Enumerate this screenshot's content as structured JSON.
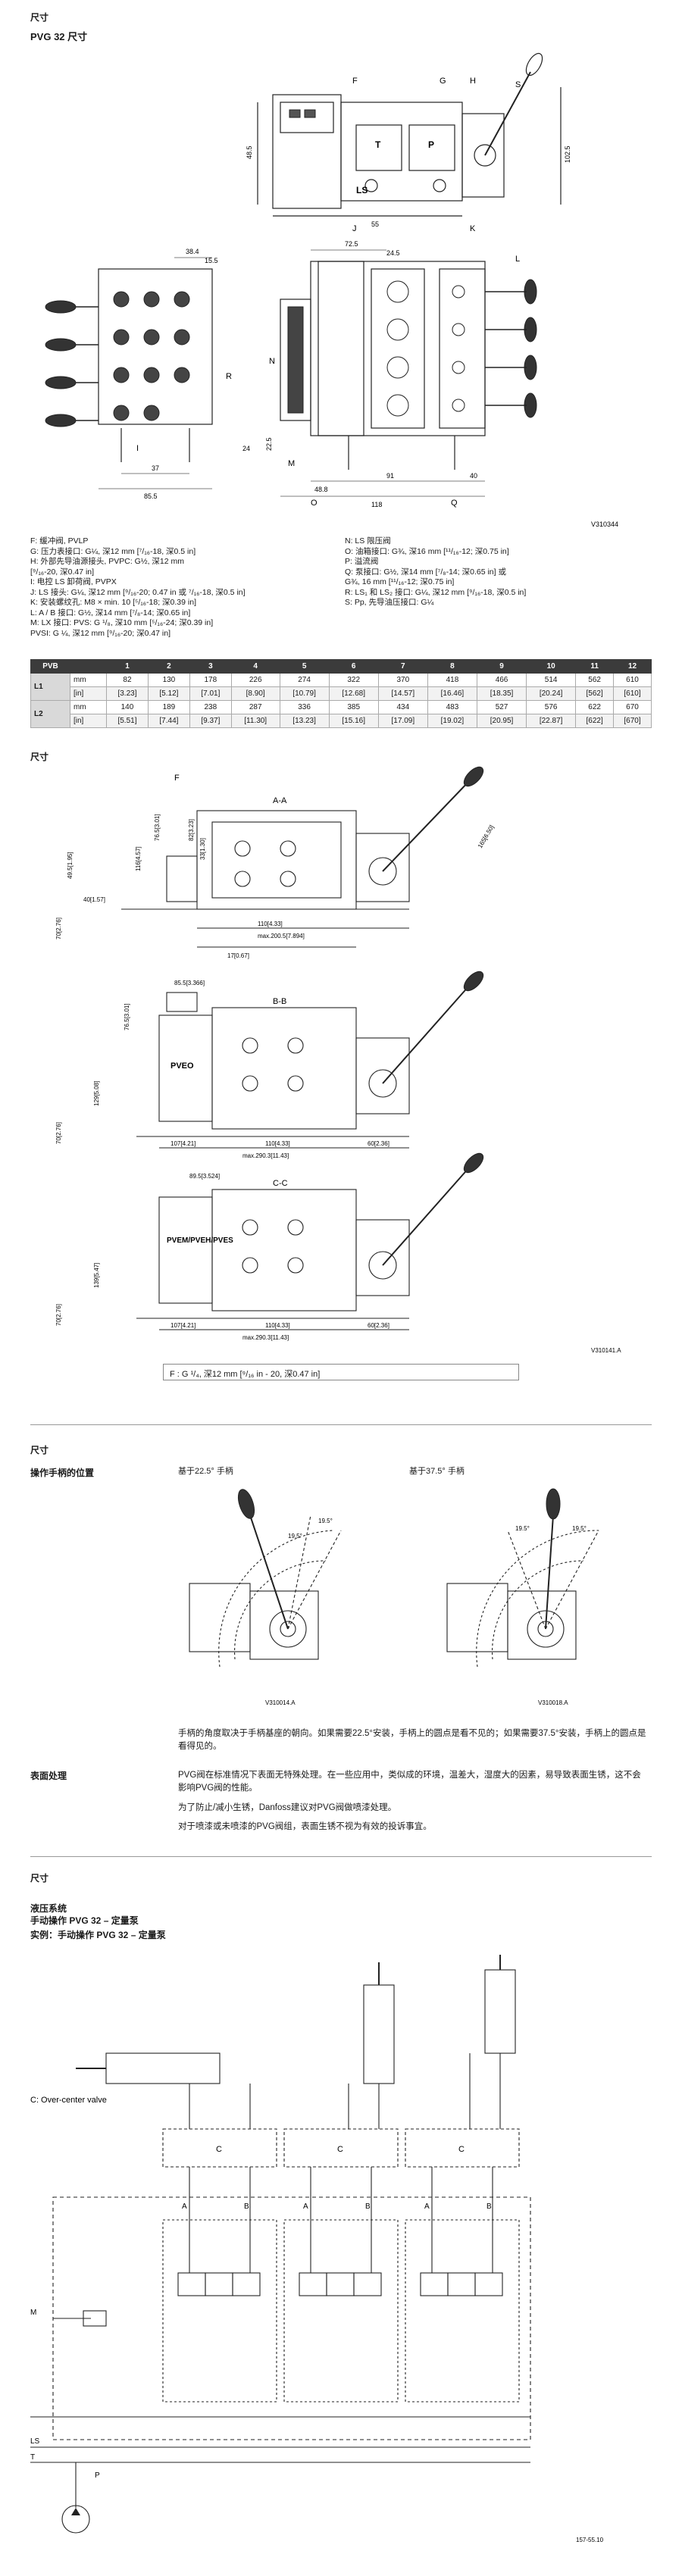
{
  "page1": {
    "section_label": "尺寸",
    "title": "PVG 32 尺寸",
    "fig1": {
      "code": "V310344",
      "labels": [
        "F",
        "G",
        "H",
        "S",
        "T",
        "P",
        "LS",
        "J",
        "K",
        "I",
        "L",
        "M",
        "N",
        "O",
        "Q",
        "R"
      ],
      "dims": [
        "38.4",
        "15.5",
        "72.5",
        "55",
        "24.5",
        "48.5",
        "102.5",
        "37",
        "85.5",
        "24",
        "22.5",
        "48.8",
        "91",
        "118",
        "40"
      ]
    },
    "legend_left": [
      "F:  缓冲阀, PVLP",
      "G:  压力表接口: G¼, 深12 mm [⁷/₁₆-18, 深0.5 in]",
      "H:  外部先导油源接头, PVPC: G½, 深12 mm",
      "      [⁹/₁₆-20, 深0.47 in]",
      "I:    电控 LS 卸荷阀, PVPX",
      "J:   LS 接头: G¼, 深12 mm [⁹/₁₆-20; 0.47 in 或 ⁷/₁₆-18, 深0.5 in]",
      "K:   安装螺纹孔: M8 × min. 10 [⁵/₁₆-18; 深0.39 in]",
      "L:   A / B 接口: G½, 深14 mm [⁷/₈-14; 深0.65 in]",
      "M:  LX 接口: PVS: G ¹/₈, 深10 mm [⁵/₁₆-24; 深0.39 in]",
      "                      PVSI: G ¼, 深12 mm [⁹/₁₆-20; 深0.47 in]"
    ],
    "legend_right": [
      "N:  LS 限压阀",
      "O:  油箱接口: G¾, 深16 mm [¹¹/₁₆-12; 深0.75 in]",
      "P:  溢流阀",
      "Q:  泵接口: G½, 深14 mm [⁷/₈-14; 深0.65 in] 或",
      "       G¾, 16 mm [¹¹/₁₆-12; 深0.75 in]",
      "R:  LS₁ 和 LS₂ 接口: G¼, 深12 mm [⁹/₁₆-18, 深0.5 in]",
      "S:  Pp, 先导油压接口: G¼"
    ],
    "table": {
      "header": [
        "PVB",
        "",
        "1",
        "2",
        "3",
        "4",
        "5",
        "6",
        "7",
        "8",
        "9",
        "10",
        "11",
        "12"
      ],
      "rows": [
        {
          "label": "L1",
          "unit": "mm",
          "values": [
            "82",
            "130",
            "178",
            "226",
            "274",
            "322",
            "370",
            "418",
            "466",
            "514",
            "562",
            "610"
          ]
        },
        {
          "label": "",
          "unit": "[in]",
          "values": [
            "[3.23]",
            "[5.12]",
            "[7.01]",
            "[8.90]",
            "[10.79]",
            "[12.68]",
            "[14.57]",
            "[16.46]",
            "[18.35]",
            "[20.24]",
            "[562]",
            "[610]"
          ]
        },
        {
          "label": "L2",
          "unit": "mm",
          "values": [
            "140",
            "189",
            "238",
            "287",
            "336",
            "385",
            "434",
            "483",
            "527",
            "576",
            "622",
            "670"
          ]
        },
        {
          "label": "",
          "unit": "[in]",
          "values": [
            "[5.51]",
            "[7.44]",
            "[9.37]",
            "[11.30]",
            "[13.23]",
            "[15.16]",
            "[17.09]",
            "[19.02]",
            "[20.95]",
            "[22.87]",
            "[622]",
            "[670]"
          ]
        }
      ]
    },
    "fig2": {
      "section_label": "尺寸",
      "code": "V310141.A",
      "views": [
        {
          "cut": "A-A",
          "mark": "F",
          "dims": [
            "165[6.50]",
            "76.5[3.01]",
            "82[3.23]",
            "33[1.30]",
            "70[2.76]",
            "49.5[1.95]",
            "40[1.57]",
            "110[4.33]",
            "max.200.5[7.894]",
            "17[0.67]",
            "116[4.57]"
          ]
        },
        {
          "cut": "B-B",
          "label": "PVEO",
          "dims": [
            "85.5[3.366]",
            "76.5[3.01]",
            "129[5.08]",
            "70[2.76]",
            "107[4.21]",
            "110[4.33]",
            "max.290.3[11.43]",
            "60[2.36]"
          ]
        },
        {
          "cut": "C-C",
          "label": "PVEM/PVEH/PVES",
          "dims": [
            "89.5[3.524]",
            "139[5.47]",
            "70[2.76]",
            "107[4.21]",
            "110[4.33]",
            "max.290.3[11.43]",
            "60[2.36]"
          ]
        }
      ],
      "note": "F : G ¹/₄, 深12 mm [⁹/₁₆ in - 20, 深0.47 in]"
    }
  },
  "page2": {
    "section_label": "尺寸",
    "handle_heading": "操作手柄的位置",
    "handle_22": "基于22.5° 手柄",
    "handle_37": "基于37.5° 手柄",
    "code_left": "V310014.A",
    "code_right": "V310018.A",
    "handle_note": "手柄的角度取决于手柄基座的朝向。如果需要22.5°安装，手柄上的圆点是看不见的；如果需要37.5°安装，手柄上的圆点是看得见的。",
    "surface_heading": "表面处理",
    "surface_p1": "PVG阀在标准情况下表面无特殊处理。在一些应用中，类似成的环境，温差大，湿度大的因素，易导致表面生锈，这不会影响PVG阀的性能。",
    "surface_p2": "为了防止/减小生锈，Danfoss建议对PVG阀做喷漆处理。",
    "surface_p3": "对于喷漆或未喷漆的PVG阀组，表面生锈不视为有效的投诉事宜。"
  },
  "page3": {
    "section_label": "尺寸",
    "title1": "液压系统",
    "title2": "手动操作 PVG 32 – 定量泵",
    "title3": "实例：手动操作 PVG 32 – 定量泵",
    "c_label": "C:   Over-center valve",
    "port_labels": [
      "A",
      "B",
      "A",
      "B",
      "A",
      "B",
      "C",
      "C",
      "C",
      "M",
      "LS",
      "T",
      "P"
    ],
    "code": "157-55.10"
  }
}
